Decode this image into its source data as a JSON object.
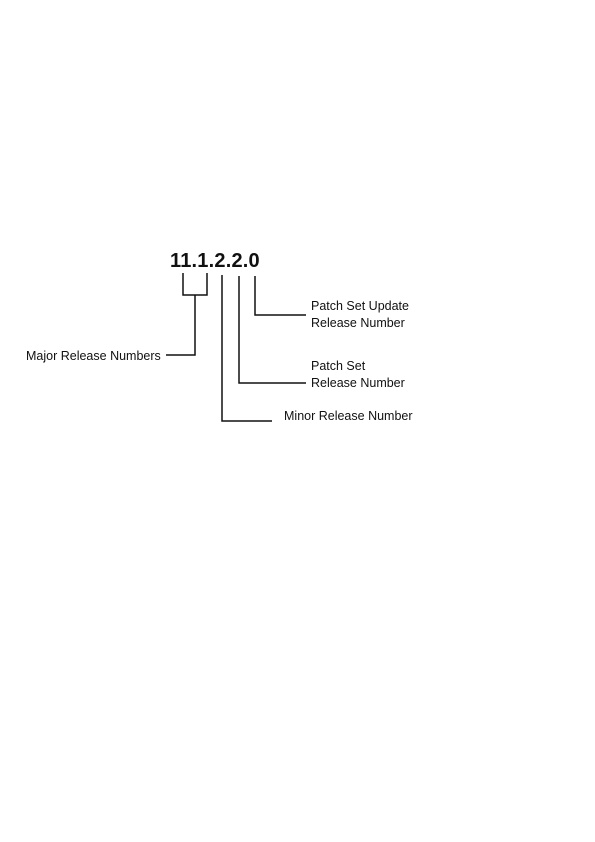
{
  "version": "11.1.2.2.0",
  "labels": {
    "major": "Major Release Numbers",
    "minor": "Minor Release Number",
    "patch_set": [
      "Patch Set",
      "Release Number"
    ],
    "patch_set_update": [
      "Patch Set Update",
      "Release Number"
    ]
  }
}
